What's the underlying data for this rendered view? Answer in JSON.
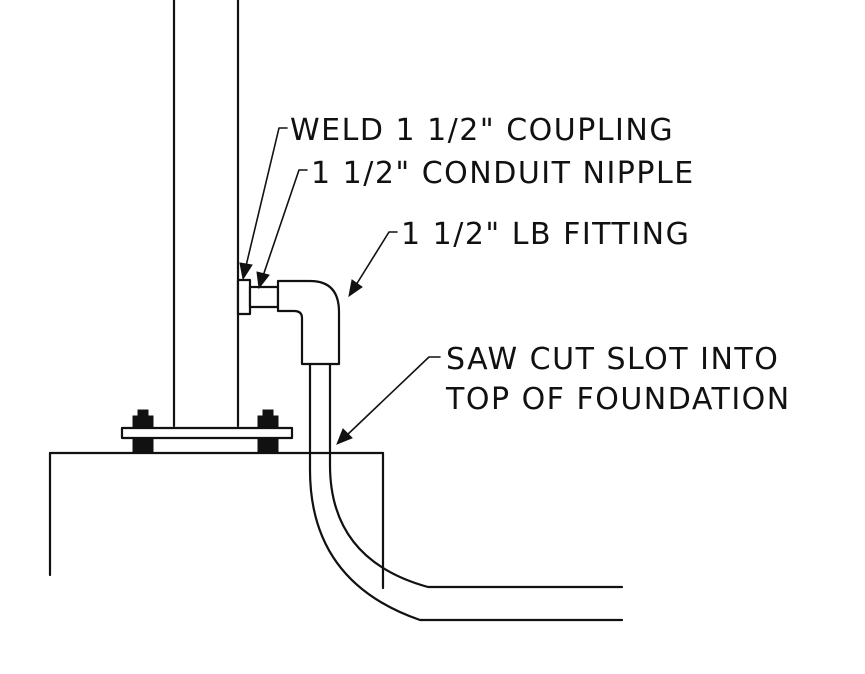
{
  "callouts": {
    "coupling": "WELD 1 1/2\" COUPLING",
    "nipple": "1 1/2\" CONDUIT NIPPLE",
    "lb_fitting": "1 1/2\" LB FITTING",
    "slot_line1": "SAW CUT SLOT INTO",
    "slot_line2": "TOP OF FOUNDATION"
  },
  "colors": {
    "ink": "#111111",
    "background": "#ffffff"
  }
}
